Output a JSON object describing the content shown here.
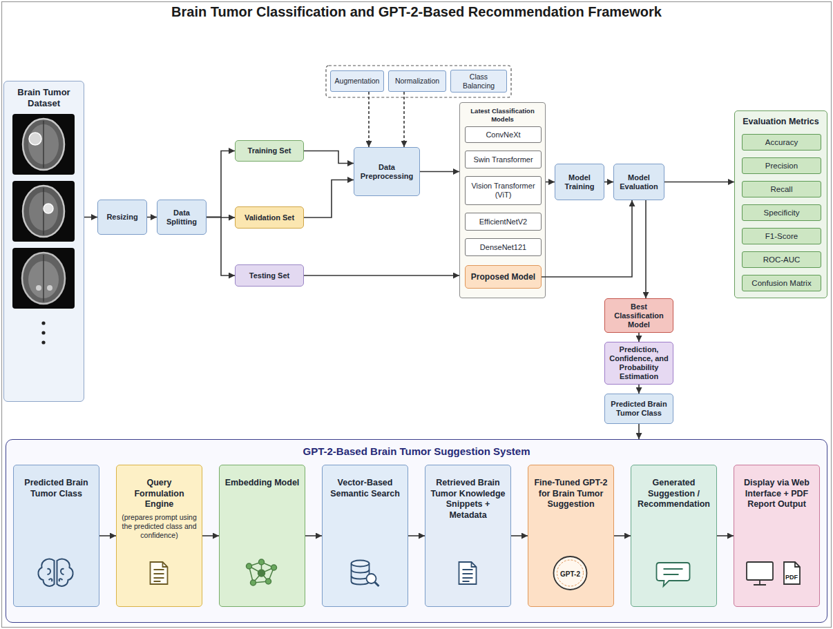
{
  "diagram": {
    "title": "Brain Tumor Classification and GPT-2-Based Recommendation Framework",
    "nodes": [
      {
        "text": [
          "Brain Tumor Dataset"
        ]
      },
      {
        "text": [
          "Resizing"
        ]
      },
      {
        "text": [
          "Data Splitting"
        ]
      },
      {
        "text": [
          "Training Set"
        ]
      },
      {
        "text": [
          "Validation Set"
        ]
      },
      {
        "text": [
          "Testing Set"
        ]
      },
      {
        "text": [
          "Augmentation"
        ]
      },
      {
        "text": [
          "Normalization"
        ]
      },
      {
        "text": [
          "Class Balancing"
        ]
      },
      {
        "text": [
          "Data Preprocessing"
        ]
      },
      {
        "text": [
          "Latest Classification Models"
        ]
      },
      {
        "text": [
          "ConvNeXt"
        ],
        "in": 10
      },
      {
        "text": [
          "Swin Transformer"
        ],
        "in": 10
      },
      {
        "text": [
          "Vision Transformer (ViT)"
        ],
        "in": 10
      },
      {
        "text": [
          "EfficientNetV2"
        ],
        "in": 10
      },
      {
        "text": [
          "DenseNet121"
        ],
        "in": 10
      },
      {
        "text": [
          "Proposed Model"
        ],
        "in": 10
      },
      {
        "text": [
          "Model Training"
        ]
      },
      {
        "text": [
          "Model Evaluation"
        ]
      },
      {
        "text": [
          "Evaluation Metrics"
        ]
      },
      {
        "text": [
          "Accuracy"
        ],
        "in": 19
      },
      {
        "text": [
          "Precision"
        ],
        "in": 19
      },
      {
        "text": [
          "Recall"
        ],
        "in": 19
      },
      {
        "text": [
          "Specificity"
        ],
        "in": 19
      },
      {
        "text": [
          "F1-Score"
        ],
        "in": 19
      },
      {
        "text": [
          "ROC-AUC"
        ],
        "in": 19
      },
      {
        "text": [
          "Confusion Matrix"
        ],
        "in": 19
      },
      {
        "text": [
          "Best Classification Model"
        ]
      },
      {
        "text": [
          "Prediction, Confidence, and Probability Estimation"
        ]
      },
      {
        "text": [
          "Predicted Brain Tumor Class"
        ]
      },
      {
        "text": [
          "GPT-2-Based Brain Tumor Suggestion System"
        ]
      },
      {
        "text": [
          "Predicted Brain Tumor Class"
        ],
        "in": 30
      },
      {
        "text": [
          "Query Formulation Engine",
          "(prepares prompt using the predicted class and confidence)"
        ],
        "in": 30
      },
      {
        "text": [
          "Embedding Model"
        ],
        "in": 30
      },
      {
        "text": [
          "Vector-Based Semantic Search"
        ],
        "in": 30
      },
      {
        "text": [
          "Retrieved Brain Tumor Knowledge Snippets + Metadata"
        ],
        "in": 30
      },
      {
        "text": [
          "Fine-Tuned GPT-2 for Brain Tumor Suggestion"
        ],
        "in": 30
      },
      {
        "text": [
          "Generated Suggestion / Recommendation"
        ],
        "in": 30
      },
      {
        "text": [
          "Display via Web Interface + PDF Report Output"
        ],
        "in": 30
      }
    ],
    "edges": [
      {
        "from": 0,
        "to": 1,
        "arrow": "to"
      },
      {
        "from": 1,
        "to": 2,
        "arrow": "to"
      },
      {
        "from": 2,
        "to": 3,
        "arrow": "to"
      },
      {
        "from": 2,
        "to": 4,
        "arrow": "to"
      },
      {
        "from": 2,
        "to": 5,
        "arrow": "to"
      },
      {
        "from": 3,
        "to": 9,
        "arrow": "to"
      },
      {
        "from": 4,
        "to": 9,
        "arrow": "to"
      },
      {
        "from": 6,
        "to": 9,
        "arrow": "to"
      },
      {
        "from": 7,
        "to": 9,
        "arrow": "to"
      },
      {
        "from": 9,
        "to": 10,
        "arrow": "to"
      },
      {
        "from": 5,
        "to": 10,
        "arrow": "to"
      },
      {
        "from": 10,
        "to": 17,
        "arrow": "to"
      },
      {
        "from": 17,
        "to": 18,
        "arrow": "to"
      },
      {
        "from": 16,
        "to": 18,
        "arrow": "to"
      },
      {
        "from": 18,
        "to": 19,
        "arrow": "to"
      },
      {
        "from": 18,
        "to": 27,
        "arrow": "to"
      },
      {
        "from": 27,
        "to": 28,
        "arrow": "to"
      },
      {
        "from": 28,
        "to": 29,
        "arrow": "to"
      },
      {
        "from": 29,
        "to": 30,
        "arrow": "to"
      },
      {
        "from": 31,
        "to": 32,
        "arrow": "to"
      },
      {
        "from": 32,
        "to": 33,
        "arrow": "to"
      },
      {
        "from": 33,
        "to": 34,
        "arrow": "to"
      },
      {
        "from": 34,
        "to": 35,
        "arrow": "to"
      },
      {
        "from": 35,
        "to": 36,
        "arrow": "to"
      },
      {
        "from": 36,
        "to": 37,
        "arrow": "to"
      },
      {
        "from": 37,
        "to": 38,
        "arrow": "to"
      }
    ],
    "labels": [
      "GPT-2",
      "PDF"
    ]
  }
}
